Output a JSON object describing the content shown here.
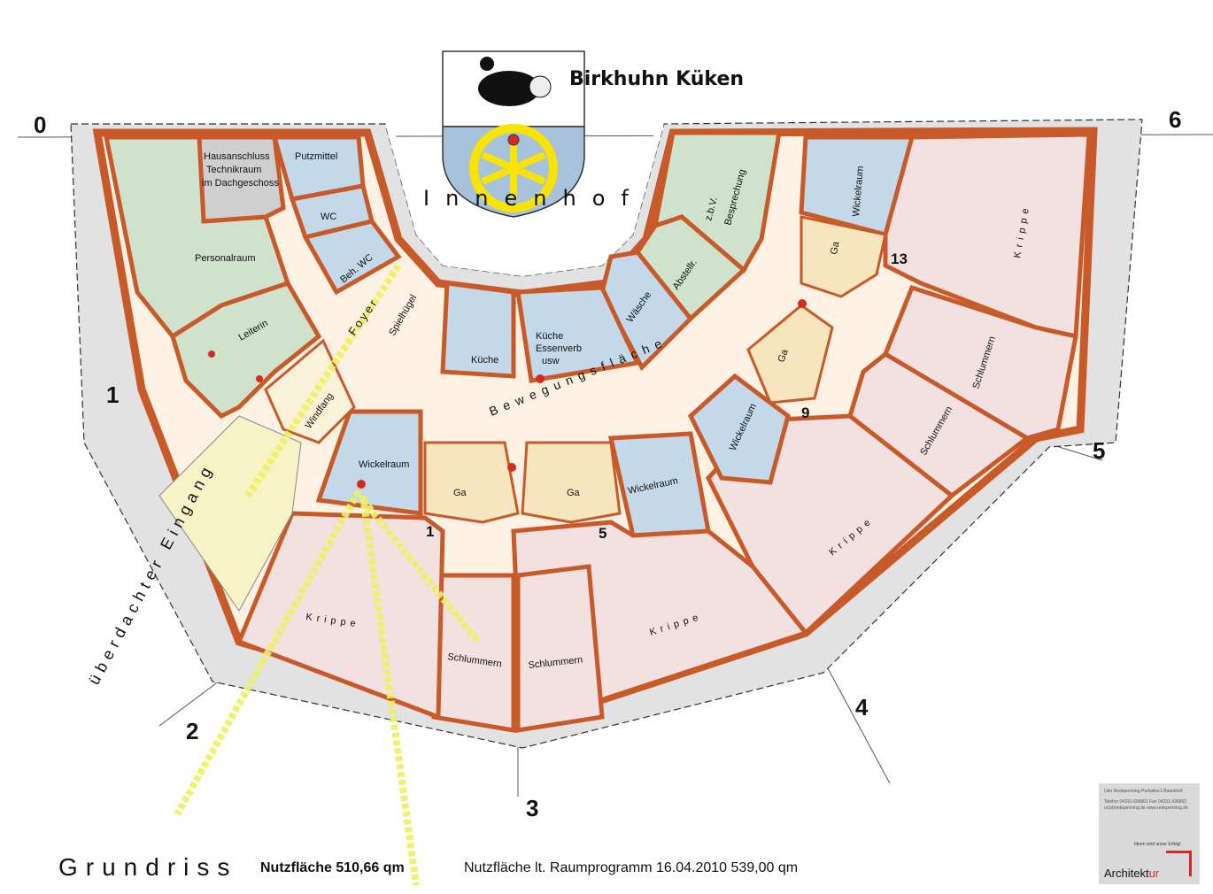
{
  "logo": {
    "title": "Birkhuhn Küken"
  },
  "section_numbers": [
    "0",
    "1",
    "2",
    "3",
    "4",
    "5",
    "6"
  ],
  "door_numbers": [
    "1",
    "5",
    "9",
    "13"
  ],
  "rooms": {
    "hausanschluss": [
      "Hausanschluss",
      "Technikraum",
      "im Dachgeschoss"
    ],
    "putzmittel": "Putzmittel",
    "wc": "WC",
    "beh_wc": "Beh. WC",
    "personalraum": "Personalraum",
    "leiterin": "Leiterin",
    "foyer": "Foyer",
    "spielhuegel": "Spielhügel",
    "windfang": "Windfang",
    "eingang": "überdachter Eingang",
    "kueche": "Küche",
    "kueche_essen": [
      "Küche",
      "Essenverb",
      "usw"
    ],
    "waesche": "Wäsche",
    "abstellr": "Abstellr.",
    "besprechung": [
      "z.b.V.",
      "Besprechung"
    ],
    "wickelraum": "Wickelraum",
    "ga": "Ga",
    "krippe": "Krippe",
    "schlummern": "Schlummern",
    "bewegung": "Bewegungsfläche",
    "innenhof": "Innenhof"
  },
  "footer": {
    "title": "Grundriss",
    "nutzflaeche": "Nutzfläche  510,66 qm",
    "raumprogramm": "Nutzfläche lt. Raumprogramm 16.04.2010  539,00 qm"
  },
  "architect": {
    "line1": "Udo Redepenning-Parkallee1-Badeldorf",
    "line2": "Telefon 04331-696861 Fax 04331-696862",
    "line3": "ur(at)redepenning.de   www.redepenning.de",
    "slogan": "Ideen sind unser Erfolg!",
    "brand_a": "Architekt",
    "brand_b": "ur"
  },
  "colors": {
    "wall": "#c85a2a",
    "green": "#cfe2cc",
    "blue": "#c3d8e8",
    "pink": "#f3e1e1",
    "corridor": "#fcf1e2",
    "ga": "#f7e6bd",
    "grey": "#e2e2e2",
    "beam": "#f0f060"
  }
}
